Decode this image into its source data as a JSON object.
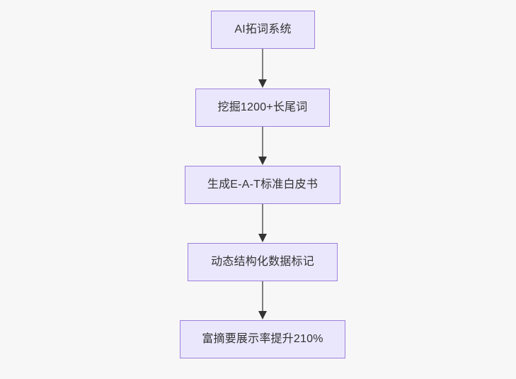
{
  "diagram": {
    "type": "flowchart",
    "direction": "top-to-bottom",
    "background_color": "#f7f7f7",
    "node_fill_color": "#eae7fc",
    "node_border_color": "#9e7fdd",
    "node_text_color": "#333333",
    "connector_line_color": "#7f7f7f",
    "connector_arrow_color": "#333333",
    "nodes": [
      {
        "id": "n1",
        "label": "AI拓词系统"
      },
      {
        "id": "n2",
        "label": "挖掘1200+长尾词"
      },
      {
        "id": "n3",
        "label": "生成E-A-T标准白皮书"
      },
      {
        "id": "n4",
        "label": "动态结构化数据标记"
      },
      {
        "id": "n5",
        "label": "富摘要展示率提升210%"
      }
    ],
    "edges": [
      {
        "from": "n1",
        "to": "n2",
        "label": ""
      },
      {
        "from": "n2",
        "to": "n3",
        "label": ""
      },
      {
        "from": "n3",
        "to": "n4",
        "label": ""
      },
      {
        "from": "n4",
        "to": "n5",
        "label": ""
      }
    ]
  }
}
